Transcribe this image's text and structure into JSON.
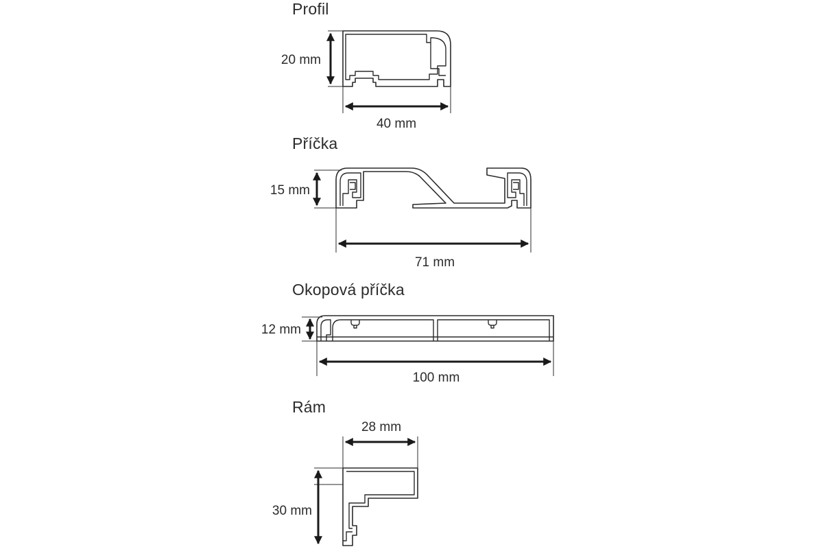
{
  "sections": {
    "profil": {
      "title": "Profil",
      "height_label": "20 mm",
      "width_label": "40 mm"
    },
    "pricka": {
      "title": "Příčka",
      "height_label": "15 mm",
      "width_label": "71 mm"
    },
    "okopova": {
      "title": "Okopová příčka",
      "height_label": "12 mm",
      "width_label": "100 mm"
    },
    "ram": {
      "title": "Rám",
      "width_label": "28 mm",
      "height_label": "30 mm"
    }
  },
  "colors": {
    "line": "#2b2b2b",
    "background": "#ffffff"
  }
}
